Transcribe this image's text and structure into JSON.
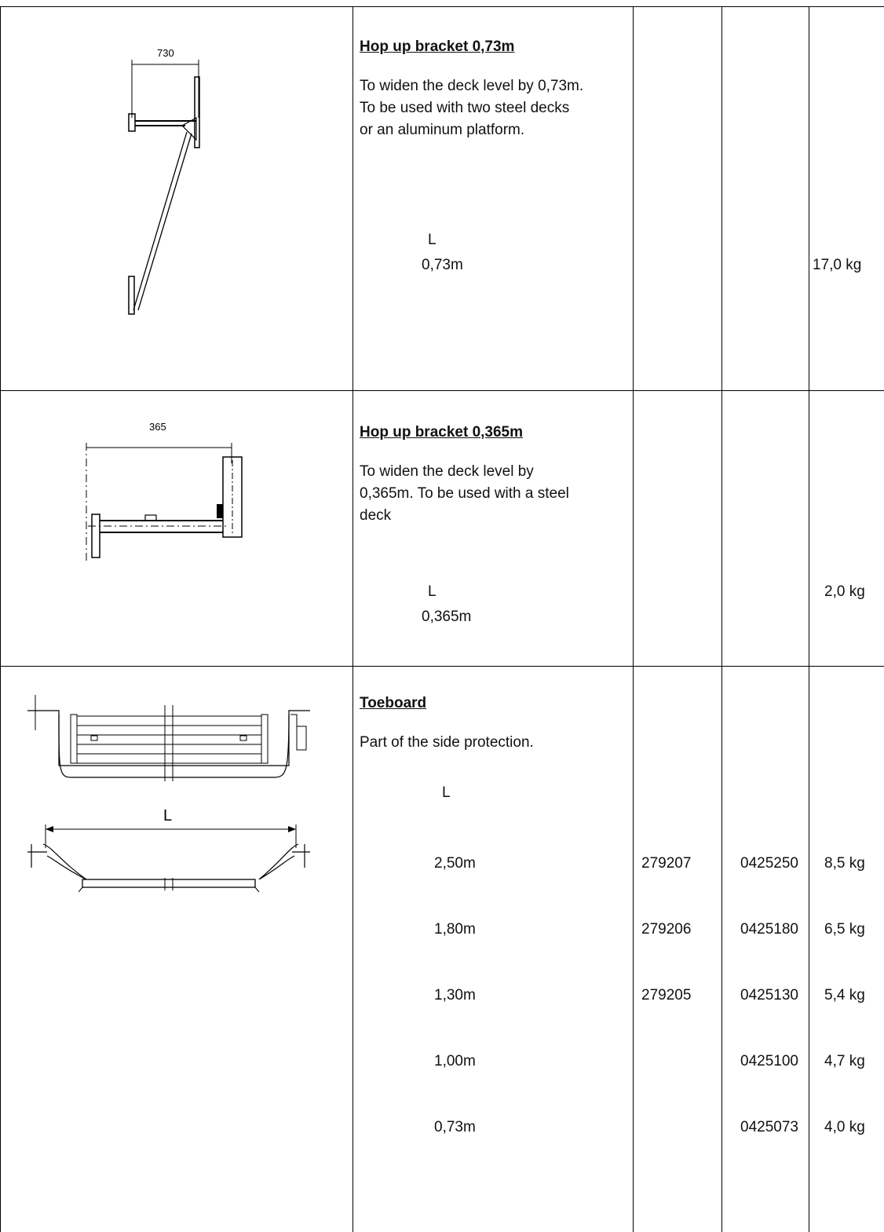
{
  "rows": [
    {
      "title": "Hop up bracket 0,73m",
      "description_lines": [
        "To widen the deck level by 0,73m.",
        "To be used with two steel decks",
        "or an aluminum platform."
      ],
      "size_label": "L",
      "sizes": [
        "0,73m"
      ],
      "weights": [
        "17,0 kg"
      ],
      "drawing_dimension": "730"
    },
    {
      "title": "Hop up bracket 0,365m",
      "description_lines": [
        "To widen the deck level by",
        "0,365m. To be used with a steel",
        "deck"
      ],
      "size_label": "L",
      "sizes": [
        "0,365m"
      ],
      "weights": [
        "2,0 kg"
      ],
      "drawing_dimension": "365"
    },
    {
      "title": "Toeboard",
      "description_lines": [
        "Part of the side protection."
      ],
      "size_label": "L",
      "sizes": [
        "2,50m",
        "1,80m",
        "1,30m",
        "1,00m",
        "0,73m"
      ],
      "article_a": [
        "279207",
        "279206",
        "279205"
      ],
      "article_b": [
        "0425250",
        "0425180",
        "0425130",
        "0425100",
        "0425073"
      ],
      "weights": [
        "8,5 kg",
        "6,5 kg",
        "5,4 kg",
        "4,7 kg",
        "4,0 kg"
      ],
      "drawing_dimension": "L"
    }
  ]
}
